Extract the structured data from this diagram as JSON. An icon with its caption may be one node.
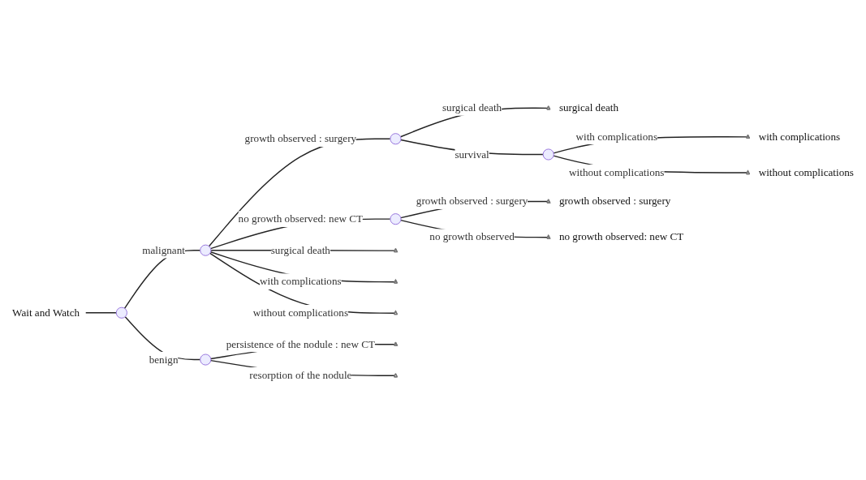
{
  "diagram": {
    "nodes": [
      {
        "text": [
          "Wait and Watch"
        ]
      },
      {
        "text": [],
        "shape": "circle"
      },
      {
        "text": [],
        "shape": "circle"
      },
      {
        "text": [],
        "shape": "circle"
      },
      {
        "text": [],
        "shape": "triangle",
        "beside": [
          "surgical death"
        ]
      },
      {
        "text": [],
        "shape": "circle"
      },
      {
        "text": [],
        "shape": "triangle",
        "beside": [
          "with complications"
        ]
      },
      {
        "text": [],
        "shape": "triangle",
        "beside": [
          "without complications"
        ]
      },
      {
        "text": [],
        "shape": "circle"
      },
      {
        "text": [],
        "shape": "triangle",
        "beside": [
          "growth observed : surgery"
        ]
      },
      {
        "text": [],
        "shape": "triangle",
        "beside": [
          "no growth observed: new CT"
        ]
      },
      {
        "text": [],
        "shape": "triangle"
      },
      {
        "text": [],
        "shape": "triangle"
      },
      {
        "text": [],
        "shape": "triangle"
      },
      {
        "text": [],
        "shape": "circle"
      },
      {
        "text": [],
        "shape": "triangle"
      },
      {
        "text": [],
        "shape": "triangle"
      }
    ],
    "edges": [
      {
        "from": 0,
        "to": 1,
        "arrow": "none"
      },
      {
        "from": 1,
        "to": 2,
        "arrow": "none",
        "label": "malignant"
      },
      {
        "from": 1,
        "to": 14,
        "arrow": "none",
        "label": "benign"
      },
      {
        "from": 2,
        "to": 3,
        "arrow": "none",
        "label": "growth observed : surgery"
      },
      {
        "from": 3,
        "to": 4,
        "arrow": "none",
        "label": "surgical death"
      },
      {
        "from": 3,
        "to": 5,
        "arrow": "none",
        "label": "survival"
      },
      {
        "from": 5,
        "to": 6,
        "arrow": "none",
        "label": "with complications"
      },
      {
        "from": 5,
        "to": 7,
        "arrow": "none",
        "label": "without complications"
      },
      {
        "from": 2,
        "to": 8,
        "arrow": "none",
        "label": "no growth observed: new CT"
      },
      {
        "from": 8,
        "to": 9,
        "arrow": "none",
        "label": "growth observed : surgery"
      },
      {
        "from": 8,
        "to": 10,
        "arrow": "none",
        "label": "no growth observed"
      },
      {
        "from": 2,
        "to": 11,
        "arrow": "none",
        "label": "surgical death"
      },
      {
        "from": 2,
        "to": 12,
        "arrow": "none",
        "label": "with complications"
      },
      {
        "from": 2,
        "to": 13,
        "arrow": "none",
        "label": "without complications"
      },
      {
        "from": 14,
        "to": 15,
        "arrow": "none",
        "label": "persistence of the nodule : new CT"
      },
      {
        "from": 14,
        "to": 16,
        "arrow": "none",
        "label": "resorption of the nodule"
      }
    ]
  }
}
